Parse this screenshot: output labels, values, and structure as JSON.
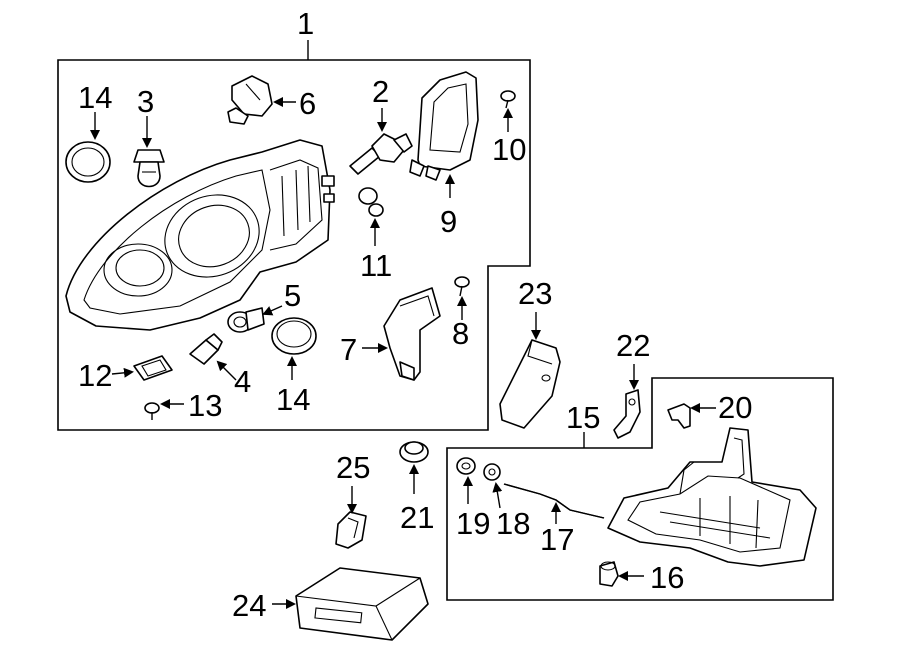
{
  "callouts": {
    "c1": "1",
    "c2": "2",
    "c3": "3",
    "c4": "4",
    "c5": "5",
    "c6": "6",
    "c7": "7",
    "c8": "8",
    "c9": "9",
    "c10": "10",
    "c11": "11",
    "c12": "12",
    "c13": "13",
    "c14a": "14",
    "c14b": "14",
    "c15": "15",
    "c16": "16",
    "c17": "17",
    "c18": "18",
    "c19": "19",
    "c20": "20",
    "c21": "21",
    "c22": "22",
    "c23": "23",
    "c24": "24",
    "c25": "25"
  }
}
